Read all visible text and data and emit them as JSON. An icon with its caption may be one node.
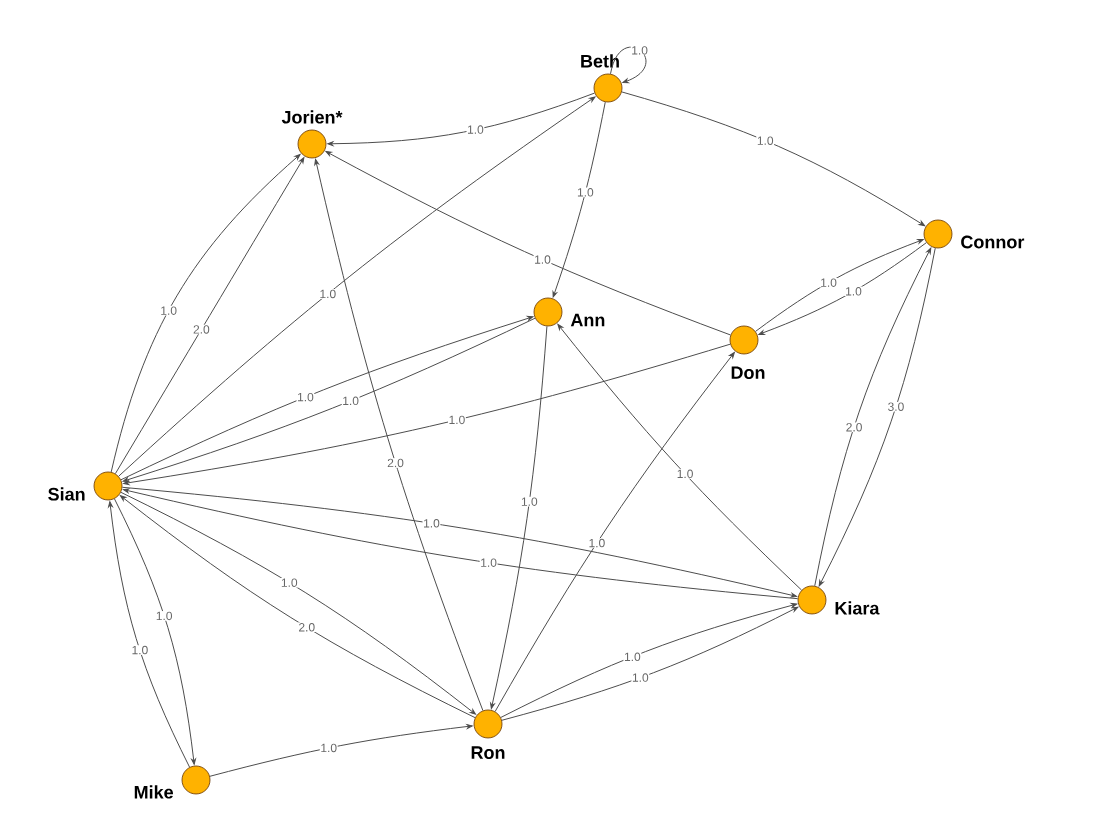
{
  "diagram": {
    "nodes": [
      {
        "text": [
          "Beth"
        ]
      },
      {
        "text": [
          "Jorien*"
        ]
      },
      {
        "text": [
          "Connor"
        ]
      },
      {
        "text": [
          "Ann"
        ]
      },
      {
        "text": [
          "Don"
        ]
      },
      {
        "text": [
          "Sian"
        ]
      },
      {
        "text": [
          "Kiara"
        ]
      },
      {
        "text": [
          "Ron"
        ]
      },
      {
        "text": [
          "Mike"
        ]
      }
    ],
    "edges": [
      {
        "from": 0,
        "to": 0,
        "arrow": "to",
        "label": "1.0"
      },
      {
        "from": 0,
        "to": 1,
        "arrow": "to",
        "label": "1.0"
      },
      {
        "from": 0,
        "to": 2,
        "arrow": "to",
        "label": "1.0"
      },
      {
        "from": 0,
        "to": 3,
        "arrow": "to",
        "label": "1.0"
      },
      {
        "from": 2,
        "to": 4,
        "arrow": "to",
        "label": "1.0"
      },
      {
        "from": 4,
        "to": 2,
        "arrow": "to",
        "label": "1.0"
      },
      {
        "from": 6,
        "to": 2,
        "arrow": "to",
        "label": "2.0"
      },
      {
        "from": 2,
        "to": 6,
        "arrow": "to",
        "label": "3.0"
      },
      {
        "from": 4,
        "to": 1,
        "arrow": "to",
        "label": "1.0"
      },
      {
        "from": 4,
        "to": 5,
        "arrow": "to",
        "label": "1.0"
      },
      {
        "from": 5,
        "to": 1,
        "arrow": "to",
        "label": "1.0"
      },
      {
        "from": 5,
        "to": 1,
        "arrow": "to",
        "label": "2.0"
      },
      {
        "from": 5,
        "to": 0,
        "arrow": "to",
        "label": "1.0"
      },
      {
        "from": 5,
        "to": 3,
        "arrow": "to",
        "label": "1.0"
      },
      {
        "from": 3,
        "to": 5,
        "arrow": "to",
        "label": "1.0"
      },
      {
        "from": 7,
        "to": 1,
        "arrow": "to",
        "label": "2.0"
      },
      {
        "from": 3,
        "to": 7,
        "arrow": "to",
        "label": "1.0"
      },
      {
        "from": 6,
        "to": 3,
        "arrow": "to",
        "label": "1.0"
      },
      {
        "from": 6,
        "to": 5,
        "arrow": "to",
        "label": "1.0"
      },
      {
        "from": 5,
        "to": 6,
        "arrow": "to",
        "label": "1.0"
      },
      {
        "from": 5,
        "to": 7,
        "arrow": "to",
        "label": "1.0"
      },
      {
        "from": 7,
        "to": 5,
        "arrow": "to",
        "label": "2.0"
      },
      {
        "from": 5,
        "to": 8,
        "arrow": "to",
        "label": "1.0"
      },
      {
        "from": 8,
        "to": 5,
        "arrow": "to",
        "label": "1.0"
      },
      {
        "from": 8,
        "to": 7,
        "arrow": "to",
        "label": "1.0"
      },
      {
        "from": 7,
        "to": 6,
        "arrow": "to",
        "label": "1.0"
      },
      {
        "from": 7,
        "to": 6,
        "arrow": "to",
        "label": "1.0"
      },
      {
        "from": 7,
        "to": 4,
        "arrow": "to",
        "label": "1.0"
      }
    ]
  }
}
